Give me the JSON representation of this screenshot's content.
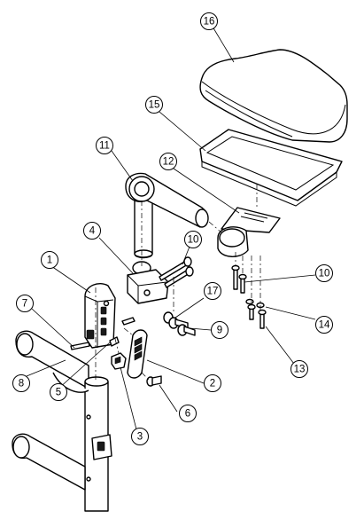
{
  "diagram": {
    "callouts": [
      {
        "label": "1"
      },
      {
        "label": "2"
      },
      {
        "label": "3"
      },
      {
        "label": "4"
      },
      {
        "label": "5"
      },
      {
        "label": "6"
      },
      {
        "label": "7"
      },
      {
        "label": "8"
      },
      {
        "label": "9"
      },
      {
        "label": "10"
      },
      {
        "label": "10"
      },
      {
        "label": "11"
      },
      {
        "label": "12"
      },
      {
        "label": "13"
      },
      {
        "label": "14"
      },
      {
        "label": "15"
      },
      {
        "label": "16"
      },
      {
        "label": "17"
      }
    ]
  }
}
